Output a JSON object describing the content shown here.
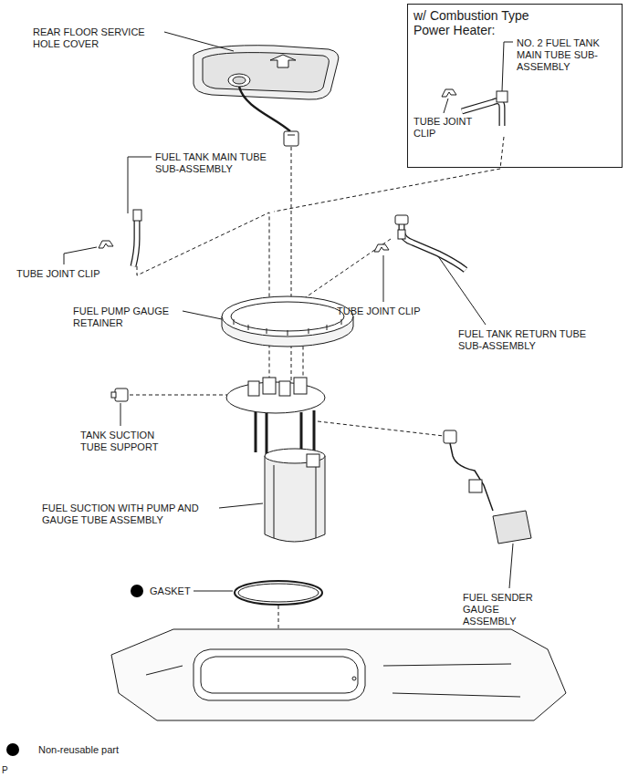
{
  "diagram": {
    "nodes": [
      {
        "text": [
          "w/ Combustion Type Power Heater:",
          "NO. 2 FUEL TANK MAIN TUBE SUB-ASSEMBLY",
          "TUBE JOINT CLIP"
        ]
      }
    ],
    "labels": [
      "REAR FLOOR SERVICE HOLE COVER",
      "FUEL TANK MAIN TUBE SUB-ASSEMBLY",
      "TUBE JOINT CLIP",
      "FUEL PUMP GAUGE RETAINER",
      "TUBE JOINT CLIP",
      "FUEL TANK RETURN TUBE SUB-ASSEMBLY",
      "TANK SUCTION TUBE SUPPORT",
      "FUEL SUCTION WITH PUMP AND GAUGE TUBE ASSEMBLY",
      "GASKET",
      "FUEL SENDER GAUGE ASSEMBLY",
      "P"
    ],
    "legend": [
      {
        "text": "Non-reusable part",
        "color": "#000000"
      }
    ]
  }
}
